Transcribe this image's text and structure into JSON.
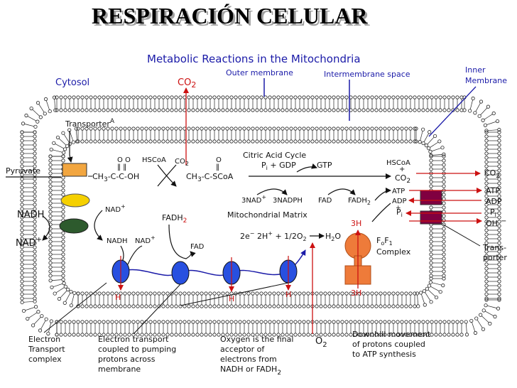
{
  "title": "RESPIRACIÓN CELULAR",
  "diagram_title": "Metabolic Reactions in the Mitochondria",
  "labels": {
    "cytosol": "Cytosol",
    "co2_top": "CO",
    "co2_top_sub": "2",
    "outer_membrane": "Outer membrane",
    "intermembrane": "Intermembrane space",
    "inner_membrane_1": "Inner",
    "inner_membrane_2": "Membrane",
    "transporter": "Transporter",
    "transporter_sup": "A",
    "pyruvate": "Pyruvate",
    "nadh_left": "NADH",
    "nad_left": "NAD",
    "nad_sup": "+",
    "ch3_left": "CH",
    "ch3_sub": "3",
    "chain_left": "-C-C-OH",
    "o_o": "O  O",
    "eq": "‖  ‖",
    "hscoa_1": "HSCoA",
    "co2_mid": "CO",
    "co2_mid_sub": "2",
    "chain_right": "-C-SCoA",
    "o_single": "O",
    "citric_cycle": "Citric Acid Cycle",
    "pi_gdp": "P",
    "pi_gdp_sub": "i",
    "pi_gdp_rest": " + GDP",
    "gtp": "GTP",
    "hscoa_right": "HSCoA",
    "plus_right": "+",
    "co2_cycle": "CO",
    "co2_cycle_sub": "2",
    "three_nad": "3NAD",
    "three_nadph": "3NADPH",
    "fad": "FAD",
    "fadh2": "FADH",
    "fadh2_sub": "2",
    "atp_in": "ATP",
    "adp_in": "ADP",
    "pi_in": "P",
    "pi_in_sub": "i",
    "co2_out": "CO",
    "co2_out_sub": "2",
    "atp_out": "ATP",
    "adp_out": "ADP",
    "pi_out": "P",
    "pi_out_sub": "i",
    "oh_out": "OH",
    "oh_sup": "−",
    "nad_inner": "NAD",
    "nadh_inner": "NADH",
    "nad_inner2": "NAD",
    "fadh2_inner": "FADH",
    "fadh2_inner_sub": "2",
    "fad_inner": "FAD",
    "matrix": "Mitochondrial Matrix",
    "o2_eq": "2e",
    "o2_eq_mid": " 2H",
    "o2_eq_half": " + 1/2O",
    "o2_eq_sub": "2",
    "h2o": "H",
    "h2o_sub": "2",
    "h2o_end": "O",
    "three_h_top": "3H",
    "three_h_bottom": "3H",
    "fof1_f": "F",
    "fof1_o": "o",
    "fof1_f2": "F",
    "fof1_1": "1",
    "complex": "Complex",
    "trans_porter_1": "Trans-",
    "trans_porter_2": "porter",
    "h_label": "H",
    "o2_bottom": "O",
    "o2_bottom_sub": "2"
  },
  "captions": {
    "electron_complex": [
      "Electron",
      "Transport",
      "complex"
    ],
    "coupled": [
      "Electron transport",
      "coupled to pumping",
      "protons across",
      "membrane"
    ],
    "oxygen": [
      "Oxygen is the final",
      "acceptor of",
      "electrons from",
      "NADH or FADH"
    ],
    "oxygen_sub": "2",
    "downhill": [
      "Downhill movement",
      "of protons coupled",
      "to ATP synthesis"
    ]
  },
  "colors": {
    "title_shadow": "#a0a0a0",
    "label_blue": "#1a1aa8",
    "arrow_red": "#cc1111",
    "transporter_orange": "#f2a640",
    "ellipse_yellow": "#f5d000",
    "ellipse_green": "#2d5a2d",
    "etc_blue": "#2850e0",
    "atp_synthase": "#ee7b3a",
    "antiporter_purple": "#800040"
  }
}
